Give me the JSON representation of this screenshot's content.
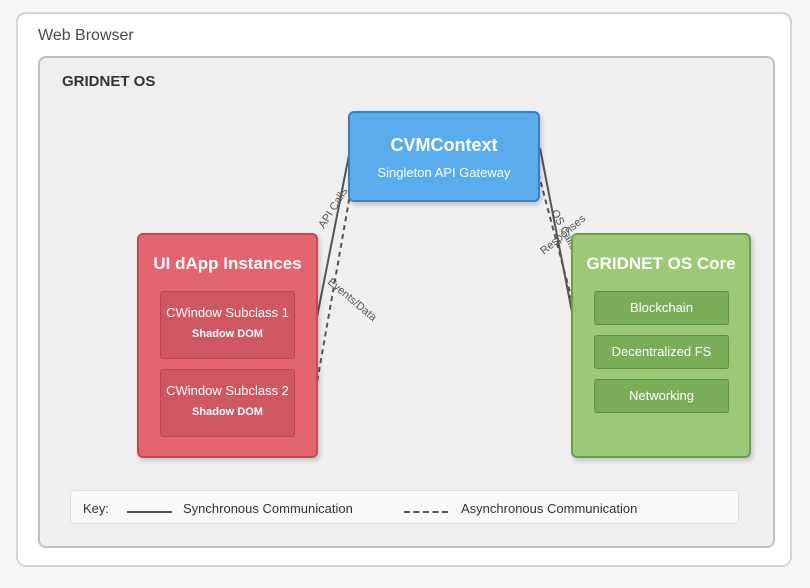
{
  "browser": {
    "title": "Web Browser"
  },
  "os": {
    "title": "GRIDNET OS"
  },
  "cvm": {
    "title": "CVMContext",
    "subtitle": "Singleton API Gateway"
  },
  "ui": {
    "title": "UI dApp Instances",
    "windows": [
      {
        "name": "CWindow Subclass 1",
        "detail": "Shadow DOM"
      },
      {
        "name": "CWindow Subclass 2",
        "detail": "Shadow DOM"
      }
    ]
  },
  "core": {
    "title": "GRIDNET OS Core",
    "modules": [
      "Blockchain",
      "Decentralized FS",
      "Networking"
    ]
  },
  "edges": {
    "api_calls": "API Calls",
    "events_data": "Events/Data",
    "os_calls": "OS Calls",
    "responses": "Responses"
  },
  "key": {
    "label": "Key:",
    "sync": "Synchronous Communication",
    "async": "Asynchronous Communication"
  },
  "colors": {
    "cvm": "#5aacec",
    "ui": "#e2656f",
    "core": "#9bc978",
    "edge": "#555555"
  }
}
